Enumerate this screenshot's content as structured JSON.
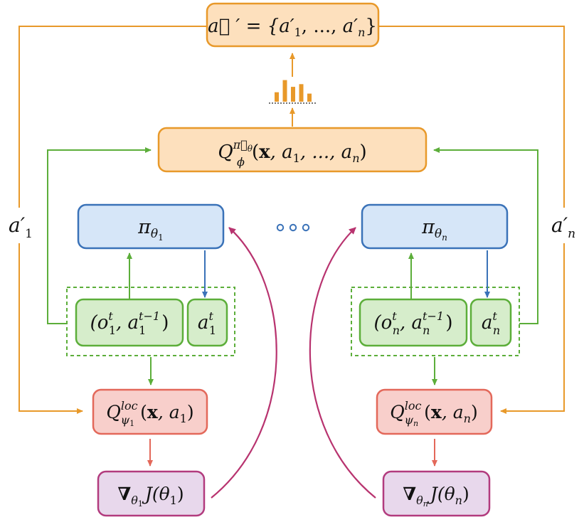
{
  "colors": {
    "orange_stroke": "#e8992a",
    "orange_fill": "#fde0bd",
    "blue_stroke": "#3a72b8",
    "blue_fill": "#d6e6f8",
    "green_stroke": "#5cae3a",
    "green_fill": "#d6edcb",
    "red_stroke": "#e3685a",
    "red_fill": "#f8cfcb",
    "purple_stroke": "#b23b7e",
    "purple_fill": "#e8d8ec",
    "magenta_arrow": "#b8336f",
    "dots_blue": "#3a72b8"
  },
  "nodes": {
    "joint_action": {
      "lead": "a⃗ ′ = {",
      "a1": "a′",
      "a1_sub": "1",
      "mid": ", ..., ",
      "an": "a′",
      "an_sub": "n",
      "tail": "}"
    },
    "central_critic": {
      "q": "Q",
      "sup": "π⃗",
      "sup_sub": "θ",
      "sub": "ϕ",
      "open": "(",
      "x": "x",
      "args": ", a",
      "a1_sub": "1",
      "mid": ", ..., a",
      "an_sub": "n",
      "close": ")"
    },
    "policy_1": {
      "pi": "π",
      "sub": "θ",
      "subsub": "1"
    },
    "policy_n": {
      "pi": "π",
      "sub": "θ",
      "subsub": "n"
    },
    "obs_1": {
      "open": "(o",
      "o_sup": "t",
      "o_sub": "1",
      "mid": ", a",
      "a_sup": "t−1",
      "a_sub": "1",
      "close": ")"
    },
    "obs_n": {
      "open": "(o",
      "o_sup": "t",
      "o_sub": "n",
      "mid": ", a",
      "a_sup": "t−1",
      "a_sub": "n",
      "close": ")"
    },
    "act_1": {
      "a": "a",
      "sup": "t",
      "sub": "1"
    },
    "act_n": {
      "a": "a",
      "sup": "t",
      "sub": "n"
    },
    "local_critic_1": {
      "q": "Q",
      "sup": "loc",
      "sub": "ψ",
      "subsub": "1",
      "open": "(",
      "x": "x",
      "mid": ", a",
      "a_sub": "1",
      "close": ")"
    },
    "local_critic_n": {
      "q": "Q",
      "sup": "loc",
      "sub": "ψ",
      "subsub": "n",
      "open": "(",
      "x": "x",
      "mid": ", a",
      "a_sub": "n",
      "close": ")"
    },
    "grad_1": {
      "nabla": "∇",
      "sub": "θ",
      "subsub": "1",
      "j": "J(θ",
      "j_sub": "1",
      "close": ")"
    },
    "grad_n": {
      "nabla": "∇",
      "sub": "θ",
      "subsub": "n",
      "j": "J(θ",
      "j_sub": "n",
      "close": ")"
    }
  },
  "side_labels": {
    "left": {
      "a": "a′",
      "sub": "1"
    },
    "right": {
      "a": "a′",
      "sub": "n"
    }
  },
  "ellipsis_dots": 3,
  "histogram": {
    "type": "bar",
    "values": [
      0.35,
      0.8,
      0.55,
      0.65,
      0.3
    ]
  }
}
